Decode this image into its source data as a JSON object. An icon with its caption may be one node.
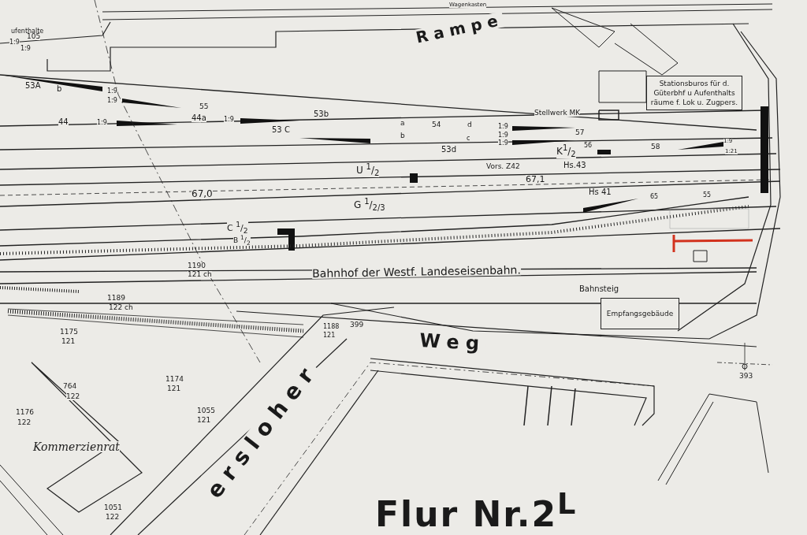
{
  "diagram": {
    "title": "Flur Nr.2$^{L}$",
    "nodes": [
      {
        "text": [
          "Stationsburos für d. Güterbhf u Aufenthalts räume f. Lok u. Zugpers."
        ]
      },
      {
        "text": [
          "Empfangsgebäude"
        ]
      }
    ],
    "labels": [
      "ufenthalte",
      "105",
      "1:9",
      "1:9",
      "Wagenkasten",
      "Rampe",
      "53A",
      "b",
      "1:9",
      "1:9",
      "55",
      "44",
      "1:9",
      "44a",
      "1:9",
      "53b",
      "53 C",
      "a",
      "54",
      "d",
      "1:9",
      "b",
      "1:9",
      "c",
      "1:9",
      "53d",
      "Stellwerk MK",
      "57",
      "K$^{1}$/$_{2}$",
      "56",
      "58",
      "1:9",
      "1:21",
      "U $^{1}$/$_{2}$",
      "Vors. Z42",
      "Hs.43",
      "67,0",
      "67,1",
      "G $^{1}$/$_{2/3}$",
      "Hs 41",
      "65",
      "55",
      "C $^{1}$/$_{2}$",
      "B $^{1}$/$_{2}$",
      "1190",
      "121 ch",
      "Bahnhof der Westf. Landeseisenbahn.",
      "Bahnsteig",
      "1189",
      "122 ch",
      "1175",
      "121",
      "1188",
      "121",
      "399",
      "Weg",
      "393",
      "1174",
      "121",
      "764",
      "122",
      "1176",
      "122",
      "1055",
      "121",
      "Kommerzienrat",
      "1051",
      "122",
      "ersloher"
    ]
  }
}
